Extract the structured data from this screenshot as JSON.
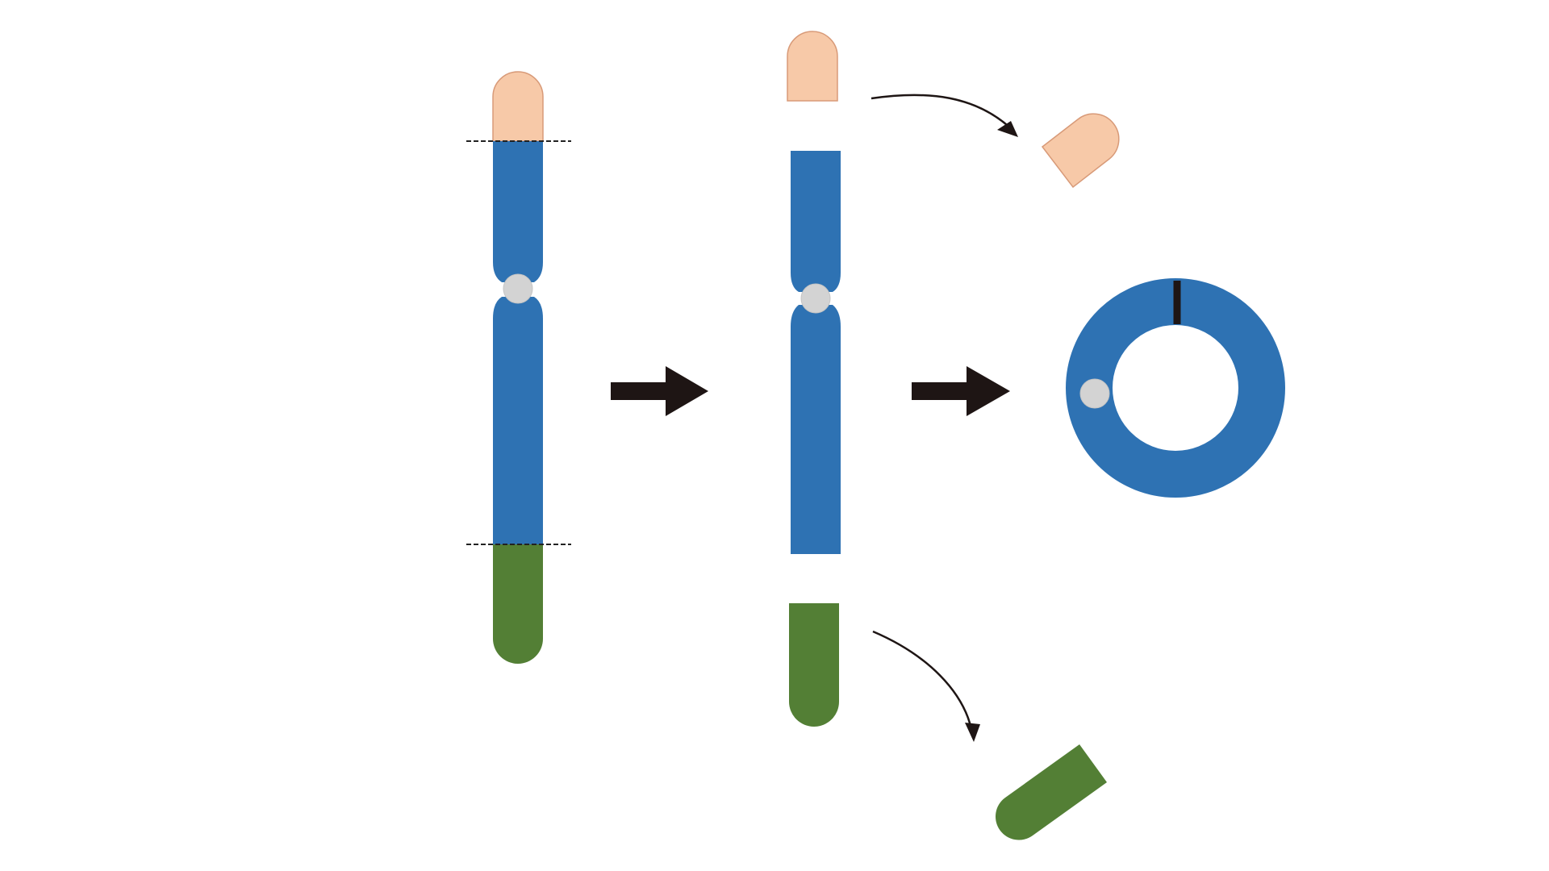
{
  "diagram": {
    "kind": "ring-chromosome-formation",
    "stages": [
      {
        "id": "intact",
        "description": ""
      },
      {
        "id": "broken",
        "description": ""
      },
      {
        "id": "ring",
        "description": ""
      }
    ],
    "colors": {
      "p_arm_tip": "#f7c9a8",
      "p_arm_tip_stroke": "#d89a78",
      "main_body": "#2e72b3",
      "q_arm_tip": "#537f35",
      "centromere": "#d3d3d3",
      "arrow": "#1e1514",
      "breakpoint_line": "#222222",
      "background": "#ffffff"
    },
    "icons": [
      "process-arrow",
      "fragment-lost-arrow",
      "ring-chromosome"
    ]
  }
}
